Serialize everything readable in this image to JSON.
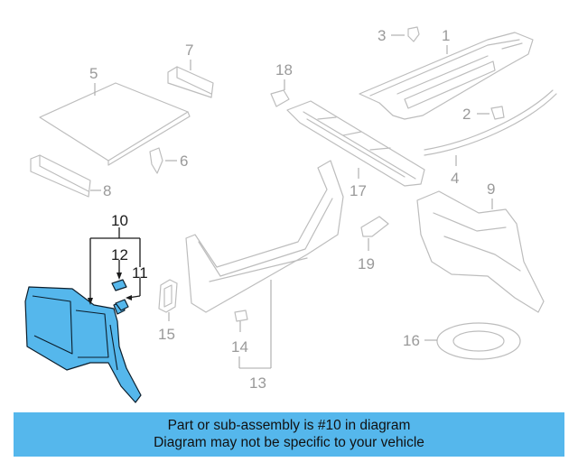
{
  "callouts": {
    "c1": "1",
    "c2": "2",
    "c3": "3",
    "c4": "4",
    "c5": "5",
    "c6": "6",
    "c7": "7",
    "c8": "8",
    "c9": "9",
    "c10": "10",
    "c11": "11",
    "c12": "12",
    "c13": "13",
    "c14": "14",
    "c15": "15",
    "c16": "16",
    "c17": "17",
    "c18": "18",
    "c19": "19"
  },
  "highlighted_part": "10",
  "colors": {
    "highlight": "#55b7ec",
    "banner": "#55b7ec",
    "line_art": "#bdbdbd"
  },
  "banner": {
    "line1": "Part or sub-assembly is #10 in diagram",
    "line2": "Diagram may not be specific to your vehicle"
  }
}
